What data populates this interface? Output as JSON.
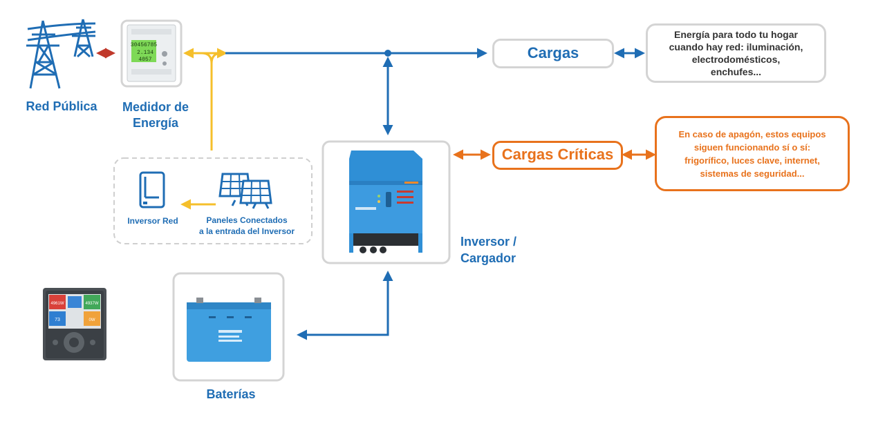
{
  "labels": {
    "grid": "Red Pública",
    "meter": "Medidor de\nEnergía",
    "loads": "Cargas",
    "critical_loads": "Cargas Críticas",
    "inverter_charger": "Inversor /\nCargador",
    "batteries": "Baterías",
    "grid_inverter": "Inversor Red",
    "panels": "Paneles Conectados\na la entrada del Inversor"
  },
  "notes": {
    "loads_note": "Energía para todo tu hogar\ncuando hay red: iluminación,\nelectrodomésticos,\nenchufes...",
    "critical_note": "En caso de apagón, estos equipos\nsiguen funcionando sí o sí:\nfrigorífico, luces clave, internet,\nsistemas de seguridad..."
  },
  "devices": {
    "meter_display": [
      "30456785",
      "2.134",
      "4057"
    ],
    "monitor_values": [
      "4961W",
      "4937W",
      "73",
      "0W"
    ]
  },
  "colors": {
    "blue": "#1f6db4",
    "orange": "#e8721c",
    "yellow": "#f5bf2b",
    "red": "#c0392b",
    "gray_border": "#d4d4d4"
  }
}
